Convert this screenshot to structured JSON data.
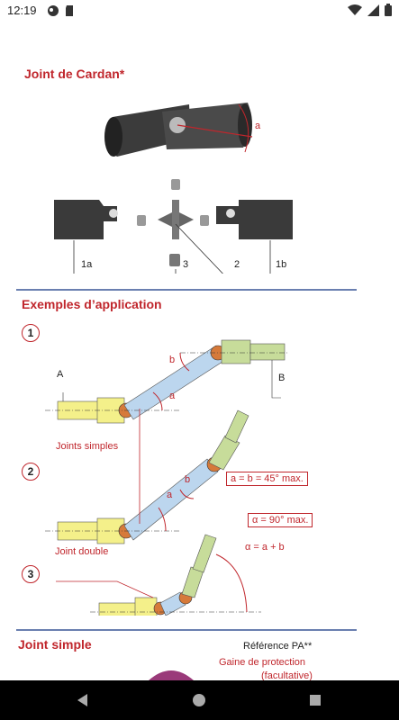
{
  "status": {
    "time": "12:19"
  },
  "doc": {
    "title1": "Joint de Cardan*",
    "part_labels": [
      "1a",
      "3",
      "2",
      "1b"
    ],
    "angle_a": "a",
    "title2": "Exemples d’application",
    "examples": [
      "1",
      "2",
      "3"
    ],
    "letter_A": "A",
    "letter_B": "B",
    "angle_b": "b",
    "joints_simples": "Joints simples",
    "ab_max": "a = b = 45° max.",
    "alpha_max": "α = 90° max.",
    "joint_double": "Joint double",
    "alpha_eq": "α = a + b",
    "title3": "Joint simple",
    "reference": "Référence PA**",
    "gaine": "Gaine de protection",
    "facultative": "(facultative)"
  }
}
